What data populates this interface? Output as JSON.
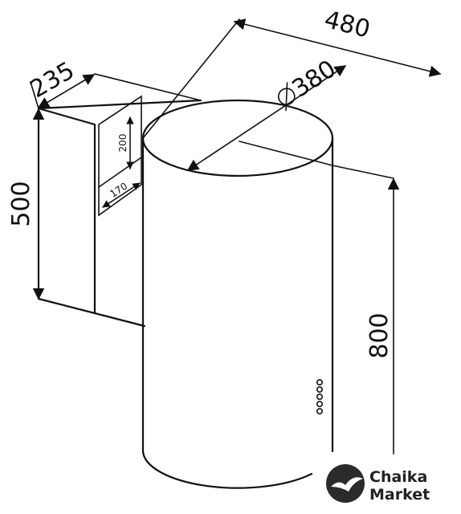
{
  "dimensions": {
    "width": "480",
    "depth": "235",
    "diameter": "380",
    "duct_height": "500",
    "total_height": "800",
    "outlet_height": "200",
    "outlet_width": "170"
  },
  "logo": {
    "line1": "Chaika",
    "line2": "Market"
  },
  "colors": {
    "stroke": "#111111",
    "logo": "#222222"
  }
}
